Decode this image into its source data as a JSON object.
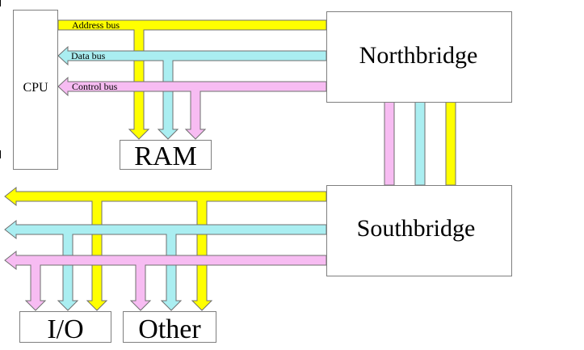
{
  "components": {
    "cpu": "CPU",
    "ram": "RAM",
    "northbridge": "Northbridge",
    "southbridge": "Southbridge",
    "io": "I/O",
    "other": "Other"
  },
  "buses": {
    "address": "Address bus",
    "data": "Data bus",
    "control": "Control bus"
  },
  "colors": {
    "address": "#ffff00",
    "data": "#aaeef1",
    "control": "#f7bcf2",
    "outline": "#666666"
  }
}
